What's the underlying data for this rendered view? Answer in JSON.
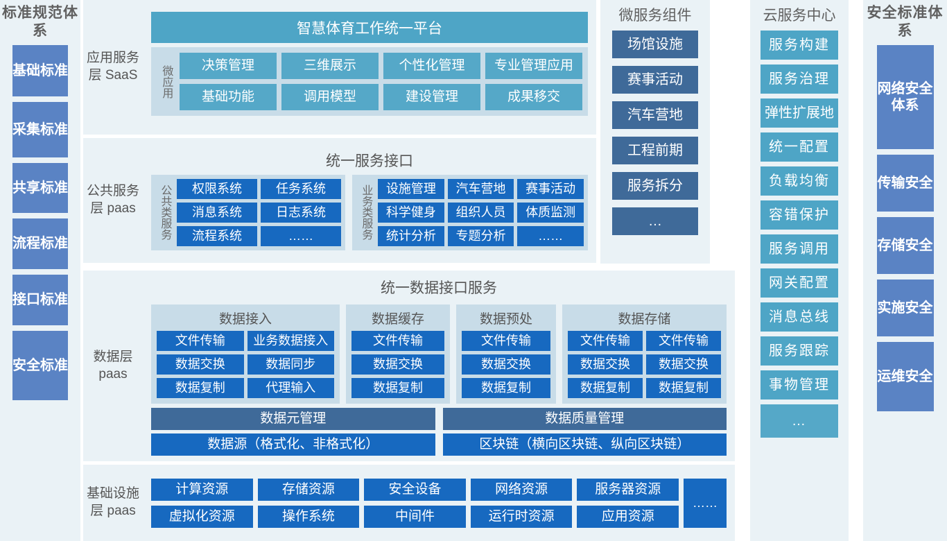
{
  "left_sidebar": {
    "title": "标准规范体系",
    "items": [
      {
        "label": "基础标准"
      },
      {
        "label": "采集标准"
      },
      {
        "label": "共享标准"
      },
      {
        "label": "流程标准"
      },
      {
        "label": "接口标准"
      },
      {
        "label": "安全标准"
      }
    ]
  },
  "saas_layer": {
    "label": "应用服务层 SaaS",
    "platform_title": "智慧体育工作统一平台",
    "vlabel": "微应用",
    "apps": [
      {
        "label": "决策管理"
      },
      {
        "label": "三维展示"
      },
      {
        "label": "个性化管理"
      },
      {
        "label": "专业管理应用"
      },
      {
        "label": "基础功能"
      },
      {
        "label": "调用模型"
      },
      {
        "label": "建设管理"
      },
      {
        "label": "成果移交"
      }
    ]
  },
  "paas_layer": {
    "label": "公共服务层 paas",
    "section_title": "统一服务接口",
    "groups": [
      {
        "vlabel": "公共类服务",
        "items": [
          {
            "label": "权限系统"
          },
          {
            "label": "任务系统"
          },
          {
            "label": "消息系统"
          },
          {
            "label": "日志系统"
          },
          {
            "label": "流程系统"
          },
          {
            "label": "……"
          }
        ]
      },
      {
        "vlabel": "业务类服务",
        "items": [
          {
            "label": "设施管理"
          },
          {
            "label": "汽车营地"
          },
          {
            "label": "赛事活动"
          },
          {
            "label": "科学健身"
          },
          {
            "label": "组织人员"
          },
          {
            "label": "体质监测"
          },
          {
            "label": "统计分析"
          },
          {
            "label": "专题分析"
          },
          {
            "label": "……"
          }
        ]
      }
    ]
  },
  "data_layer": {
    "label": "数据层 paas",
    "section_title": "统一数据接口服务",
    "groups": [
      {
        "title": "数据接入",
        "cols": 2,
        "items": [
          {
            "label": "文件传输"
          },
          {
            "label": "业务数据接入"
          },
          {
            "label": "数据交换"
          },
          {
            "label": "数据同步"
          },
          {
            "label": "数据复制"
          },
          {
            "label": "代理输入"
          }
        ]
      },
      {
        "title": "数据缓存",
        "cols": 1,
        "items": [
          {
            "label": "文件传输"
          },
          {
            "label": "数据交换"
          },
          {
            "label": "数据复制"
          }
        ]
      },
      {
        "title": "数据预处",
        "cols": 1,
        "items": [
          {
            "label": "文件传输"
          },
          {
            "label": "数据交换"
          },
          {
            "label": "数据复制"
          }
        ]
      },
      {
        "title": "数据存储",
        "cols": 2,
        "items": [
          {
            "label": "文件传输"
          },
          {
            "label": "文件传输"
          },
          {
            "label": "数据交换"
          },
          {
            "label": "数据交换"
          },
          {
            "label": "数据复制"
          },
          {
            "label": "数据复制"
          }
        ]
      }
    ],
    "bars": [
      {
        "label": "数据元管理",
        "style": "slate"
      },
      {
        "label": "数据质量管理",
        "style": "slate"
      },
      {
        "label": "数据源（格式化、非格式化）",
        "style": "blue"
      },
      {
        "label": "区块链（横向区块链、纵向区块链）",
        "style": "blue"
      }
    ]
  },
  "infra_layer": {
    "label": "基础设施层 paas",
    "items": [
      {
        "label": "计算资源"
      },
      {
        "label": "存储资源"
      },
      {
        "label": "安全设备"
      },
      {
        "label": "网络资源"
      },
      {
        "label": "服务器资源"
      },
      {
        "label": "虚拟化资源"
      },
      {
        "label": "操作系统"
      },
      {
        "label": "中间件"
      },
      {
        "label": "运行时资源"
      },
      {
        "label": "应用资源"
      }
    ],
    "more_label": "……"
  },
  "microservice_col": {
    "title": "微服务组件",
    "items": [
      {
        "label": "场馆设施"
      },
      {
        "label": "赛事活动"
      },
      {
        "label": "汽车营地"
      },
      {
        "label": "工程前期"
      },
      {
        "label": "服务拆分"
      },
      {
        "label": "…"
      }
    ]
  },
  "cloud_col": {
    "title": "云服务中心",
    "items": [
      {
        "label": "服务构建"
      },
      {
        "label": "服务治理"
      },
      {
        "label": "弹性扩展地"
      },
      {
        "label": "统一配置"
      },
      {
        "label": "负载均衡"
      },
      {
        "label": "容错保护"
      },
      {
        "label": "服务调用"
      },
      {
        "label": "网关配置"
      },
      {
        "label": "消息总线"
      },
      {
        "label": "服务跟踪"
      },
      {
        "label": "事物管理"
      },
      {
        "label": "…"
      }
    ]
  },
  "right_sidebar": {
    "title": "安全标准体系",
    "items": [
      {
        "label": "网络安全体系"
      },
      {
        "label": "传输安全"
      },
      {
        "label": "存储安全"
      },
      {
        "label": "实施安全"
      },
      {
        "label": "运维安全"
      }
    ]
  },
  "colors": {
    "panel_bg": "#eaf2f6",
    "subpanel_bg": "#c8dce8",
    "teal": "#55a8c8",
    "teal_dark": "#4ea5c6",
    "blue": "#1769c0",
    "slate": "#3f6a99",
    "medblue": "#5a83c4"
  }
}
